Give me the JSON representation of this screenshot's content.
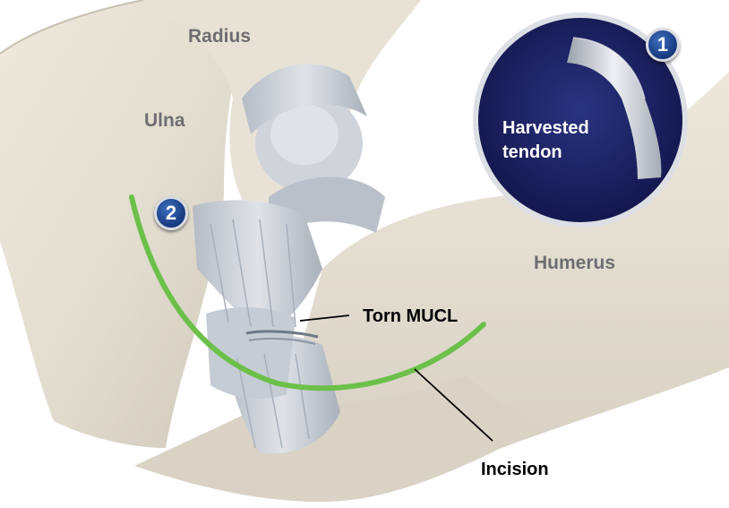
{
  "labels": {
    "radius": "Radius",
    "ulna": "Ulna",
    "humerus": "Humerus",
    "torn_mucl": "Torn MUCL",
    "incision": "Incision",
    "harvested_tendon": [
      "Harvested",
      "tendon"
    ]
  },
  "steps": {
    "step1": "1",
    "step2": "2"
  },
  "colors": {
    "incision_line": "#6cc04a",
    "inset_background": "#171c5c",
    "step_badge": "#1f4a93",
    "bone_label": "#6e6e70"
  }
}
